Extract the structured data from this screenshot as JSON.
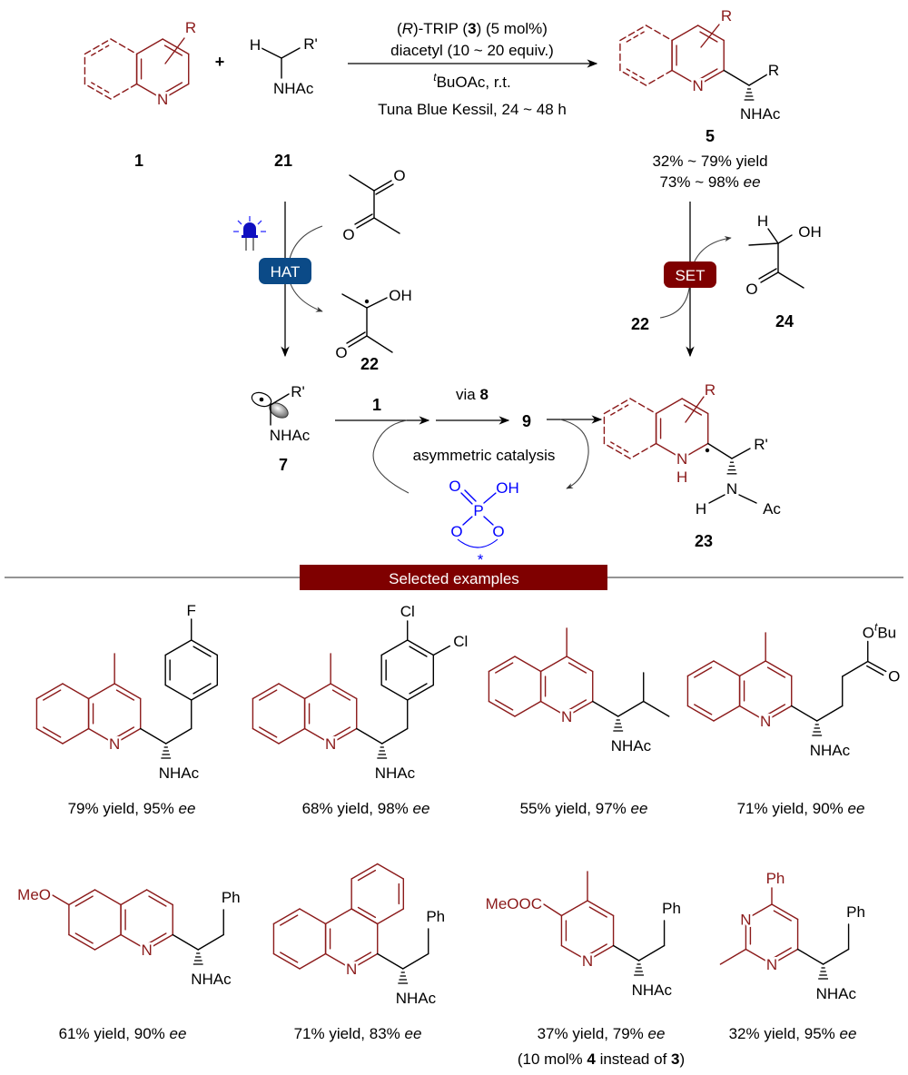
{
  "colors": {
    "heteroaryl": "#8b1a1a",
    "banner": "#7f0000",
    "hat_box": "#0b4a87",
    "set_box": "#7f0000",
    "catalyst": "#0000ff"
  },
  "reactants": {
    "quinoline": {
      "R": "R",
      "N": "N",
      "label": "1"
    },
    "plus": "+",
    "amide": {
      "H": "H",
      "R": "R'",
      "NHAc": "NHAc",
      "label": "21"
    }
  },
  "conditions": {
    "l1_pre": "(",
    "l1_R": "R",
    "l1_mid": ")-TRIP (",
    "l1_num": "3",
    "l1_post": ") (5 mol%)",
    "l2": "diacetyl (10 ~ 20 equiv.)",
    "l3_sup": "t",
    "l3": "BuOAc, r.t.",
    "l4": "Tuna Blue Kessil, 24 ~ 48 h"
  },
  "product": {
    "R_ring": "R",
    "N": "N",
    "R_chain": "R",
    "NHAc": "NHAc",
    "label": "5",
    "yield": "32% ~ 79% yield",
    "ee_value": "73% ~ 98% ",
    "ee": "ee"
  },
  "mechanism": {
    "hat": "HAT",
    "set": "SET",
    "diacetyl": {
      "O1": "O",
      "O2": "O"
    },
    "ketyl_radical": {
      "OH": "OH",
      "O": "O",
      "label": "22"
    },
    "radical_7": {
      "R": "R'",
      "NHAc": "NHAc",
      "label": "7"
    },
    "step1_reagent": "1",
    "step2_pre": "via ",
    "step2_num": "8",
    "intermediate_9": "9",
    "cycle_label": "asymmetric catalysis",
    "catalyst": {
      "O_double": "O",
      "OH": "OH",
      "P": "P",
      "O_left": "O",
      "O_right": "O",
      "star": "*"
    },
    "set_reagent": "22",
    "acetoin": {
      "H": "H",
      "OH": "OH",
      "O": "O",
      "label": "24"
    },
    "radical_23": {
      "R_ring": "R",
      "N": "N",
      "H_ring": "H",
      "R_chain": "R'",
      "N_amide": "N",
      "H_amide": "H",
      "Ac": "Ac",
      "label": "23"
    }
  },
  "section_title": "Selected examples",
  "examples": [
    {
      "N": "N",
      "NHAc": "NHAc",
      "F": "F",
      "yield": "79% yield, 95% ",
      "ee": "ee"
    },
    {
      "N": "N",
      "NHAc": "NHAc",
      "Cl1": "Cl",
      "Cl2": "Cl",
      "yield": "68% yield, 98% ",
      "ee": "ee"
    },
    {
      "N": "N",
      "NHAc": "NHAc",
      "yield": "55% yield, 97% ",
      "ee": "ee"
    },
    {
      "N": "N",
      "NHAc": "NHAc",
      "O_ester": "O",
      "t": "t",
      "Bu": "Bu",
      "O_carbonyl": "O",
      "yield": "71% yield, 90% ",
      "ee": "ee"
    },
    {
      "N": "N",
      "NHAc": "NHAc",
      "MeO": "MeO",
      "Ph": "Ph",
      "yield": "61% yield, 90% ",
      "ee": "ee"
    },
    {
      "N": "N",
      "NHAc": "NHAc",
      "Ph": "Ph",
      "yield": "71% yield, 83% ",
      "ee": "ee"
    },
    {
      "N": "N",
      "NHAc": "NHAc",
      "MeOOC": "MeOOC",
      "Ph": "Ph",
      "yield": "37% yield, 79% ",
      "ee": "ee",
      "note_pre": "(10 mol% ",
      "note_cat": "4",
      "note_mid": " instead of ",
      "note_orig": "3",
      "note_post": ")"
    },
    {
      "N1": "N",
      "N2": "N",
      "NHAc": "NHAc",
      "Ph_ring": "Ph",
      "Ph": "Ph",
      "yield": "32% yield, 95% ",
      "ee": "ee"
    }
  ]
}
